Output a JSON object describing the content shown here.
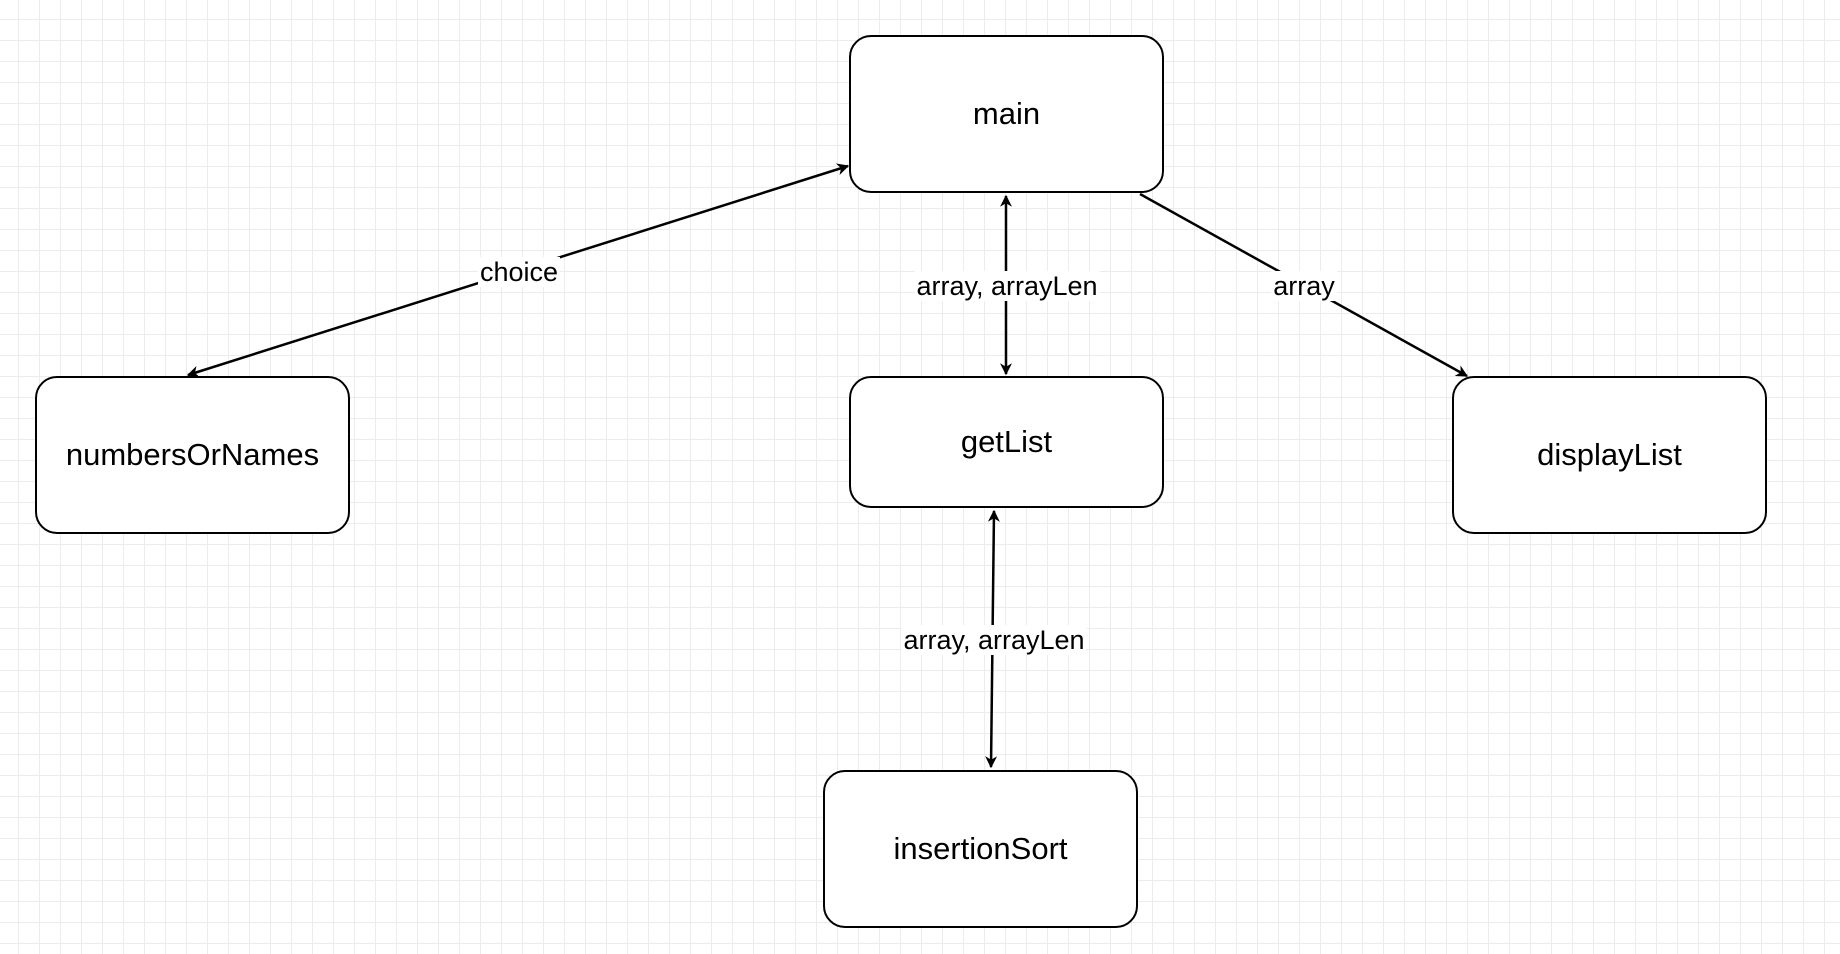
{
  "diagram": {
    "nodes": {
      "main": "main",
      "numbersOrNames": "numbersOrNames",
      "getList": "getList",
      "displayList": "displayList",
      "insertionSort": "insertionSort"
    },
    "edges": [
      {
        "from": "main",
        "to": "numbersOrNames",
        "label": "choice",
        "arrows": "both"
      },
      {
        "from": "main",
        "to": "getList",
        "label": "array, arrayLen",
        "arrows": "both"
      },
      {
        "from": "main",
        "to": "displayList",
        "label": "array",
        "arrows": "end"
      },
      {
        "from": "getList",
        "to": "insertionSort",
        "label": "array, arrayLen",
        "arrows": "both"
      }
    ],
    "colors": {
      "stroke": "#000000",
      "node_fill": "#ffffff",
      "grid": "#ececec"
    }
  }
}
